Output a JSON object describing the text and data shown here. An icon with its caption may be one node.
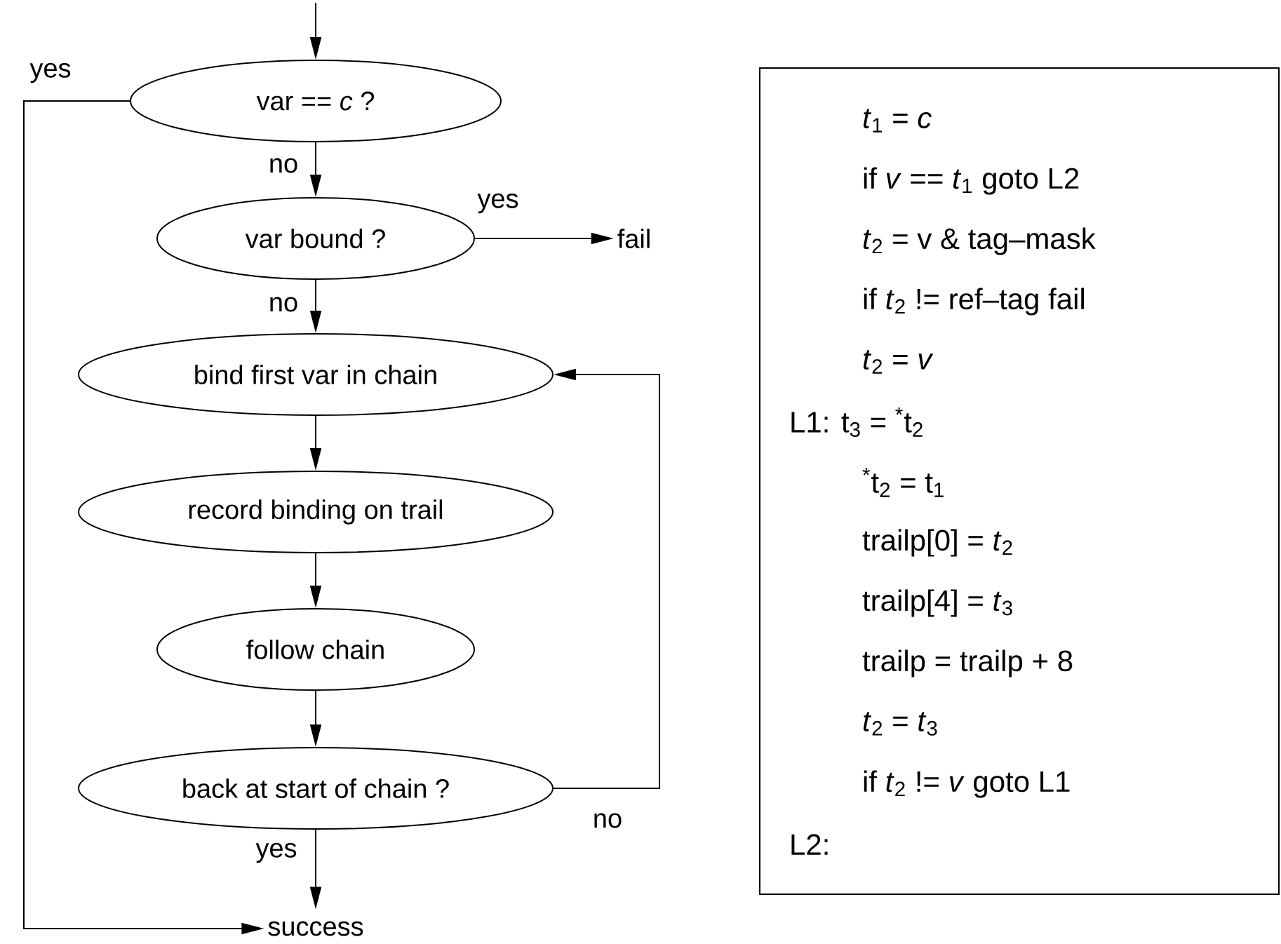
{
  "diagram": {
    "nodes": [
      {
        "text": [
          "var == *c* ?"
        ]
      },
      {
        "text": [
          "var bound ?"
        ]
      },
      {
        "text": [
          "bind first var in chain"
        ]
      },
      {
        "text": [
          "record binding on trail"
        ]
      },
      {
        "text": [
          "follow chain"
        ]
      },
      {
        "text": [
          "back at start of chain ?"
        ]
      },
      {
        "text": [
          "fail"
        ]
      },
      {
        "text": [
          "success"
        ]
      },
      {
        "text": [
          "*t*$_{1}$ = *c*",
          "if *v* == *t*$_{1}$ goto L2",
          "*t*$_{2}$ = v & tag–mask",
          "if *t*$_{2}$ != ref–tag fail",
          "*t*$_{2}$ = *v*",
          "L1: t$_{3}$ = $^{*}$t$_{2}$",
          "$^{*}$t$_{2}$ = t$_{1}$",
          "trailp[0] = *t*$_{2}$",
          "trailp[4] = *t*$_{3}$",
          "trailp = trailp + 8",
          "*t*$_{2}$ = *t*$_{3}$",
          "if *t*$_{2}$ != *v* goto L1",
          "L2:"
        ]
      }
    ],
    "edges": [
      {
        "from": null,
        "to": 0,
        "arrow": "to"
      },
      {
        "from": 0,
        "to": 7,
        "arrow": "to",
        "label": "yes"
      },
      {
        "from": 0,
        "to": 1,
        "arrow": "to",
        "label": "no"
      },
      {
        "from": 1,
        "to": 6,
        "arrow": "to",
        "label": "yes"
      },
      {
        "from": 1,
        "to": 2,
        "arrow": "to",
        "label": "no"
      },
      {
        "from": 2,
        "to": 3,
        "arrow": "to"
      },
      {
        "from": 3,
        "to": 4,
        "arrow": "to"
      },
      {
        "from": 4,
        "to": 5,
        "arrow": "to"
      },
      {
        "from": 5,
        "to": 2,
        "arrow": "to",
        "label": "no"
      },
      {
        "from": 5,
        "to": 7,
        "arrow": "to",
        "label": "yes"
      }
    ]
  }
}
